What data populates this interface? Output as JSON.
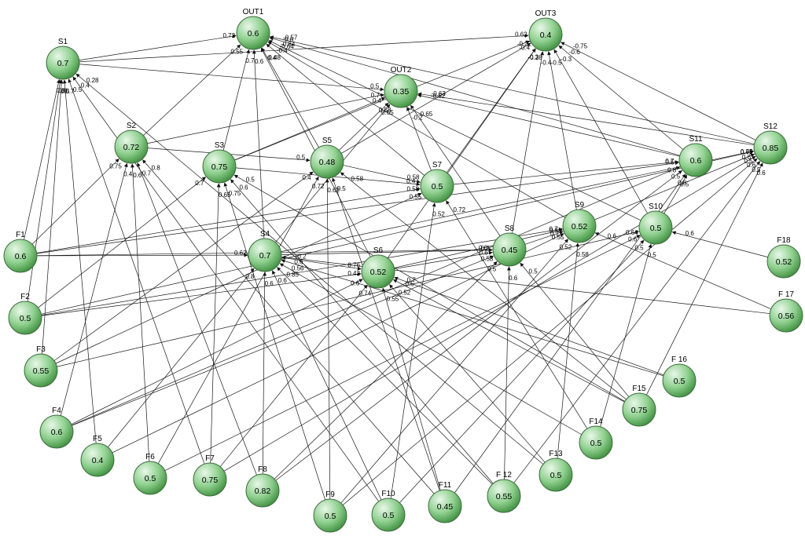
{
  "nodes": [
    {
      "id": "S1",
      "label": "S1",
      "value": "0.7"
    },
    {
      "id": "OUT1",
      "label": "OUT1",
      "value": "0.6"
    },
    {
      "id": "OUT3",
      "label": "OUT3",
      "value": "0.4"
    },
    {
      "id": "OUT2",
      "label": "OUT2",
      "value": "0.35"
    },
    {
      "id": "S2",
      "label": "S2",
      "value": "0.72"
    },
    {
      "id": "S3",
      "label": "S3",
      "value": "0.75"
    },
    {
      "id": "S5",
      "label": "S5",
      "value": "0.48"
    },
    {
      "id": "S7",
      "label": "S7",
      "value": "0.5"
    },
    {
      "id": "S11",
      "label": "S11",
      "value": "0.6"
    },
    {
      "id": "S12",
      "label": "S12",
      "value": "0.85"
    },
    {
      "id": "S9",
      "label": "S9",
      "value": "0.52"
    },
    {
      "id": "S10",
      "label": "S10",
      "value": "0.5"
    },
    {
      "id": "S8",
      "label": "S8",
      "value": "0.45"
    },
    {
      "id": "S4",
      "label": "S4",
      "value": "0.7"
    },
    {
      "id": "S6",
      "label": "S6",
      "value": "0.52"
    },
    {
      "id": "F1",
      "label": "F1",
      "value": "0.6"
    },
    {
      "id": "F2",
      "label": "F2",
      "value": "0.5"
    },
    {
      "id": "F3",
      "label": "F3",
      "value": "0.55"
    },
    {
      "id": "F4",
      "label": "F4",
      "value": "0.6"
    },
    {
      "id": "F5",
      "label": "F5",
      "value": "0.4"
    },
    {
      "id": "F6",
      "label": "F6",
      "value": "0.5"
    },
    {
      "id": "F7",
      "label": "F7",
      "value": "0.75"
    },
    {
      "id": "F8",
      "label": "F8",
      "value": "0.82"
    },
    {
      "id": "F9",
      "label": "F9",
      "value": "0.5"
    },
    {
      "id": "F10",
      "label": "F10",
      "value": "0.5"
    },
    {
      "id": "F11",
      "label": "F11",
      "value": "0.45"
    },
    {
      "id": "F12",
      "label": "F 12",
      "value": "0.55"
    },
    {
      "id": "F13",
      "label": "F13",
      "value": "0.5"
    },
    {
      "id": "F14",
      "label": "F14",
      "value": "0.5"
    },
    {
      "id": "F15",
      "label": "F15",
      "value": "0.75"
    },
    {
      "id": "F16",
      "label": "F 16",
      "value": "0.5"
    },
    {
      "id": "F17",
      "label": "F 17",
      "value": "0.56"
    },
    {
      "id": "F18",
      "label": "F18",
      "value": "0.52"
    }
  ],
  "edges": [
    {
      "from": "S1",
      "to": "OUT1",
      "weight": "0.72"
    },
    {
      "from": "S1",
      "to": "OUT3",
      "weight": "0.62"
    },
    {
      "from": "S1",
      "to": "OUT2",
      "weight": "0.5"
    },
    {
      "from": "S2",
      "to": "OUT1",
      "weight": "0.55"
    },
    {
      "from": "S2",
      "to": "OUT2",
      "weight": "0.7"
    },
    {
      "from": "S3",
      "to": "OUT1",
      "weight": "0.7"
    },
    {
      "from": "S3",
      "to": "OUT2",
      "weight": "0.4"
    },
    {
      "from": "S3",
      "to": "OUT3",
      "weight": "-0.22"
    },
    {
      "from": "S5",
      "to": "OUT1",
      "weight": "0.48"
    },
    {
      "from": "S5",
      "to": "OUT2",
      "weight": "0.58"
    },
    {
      "from": "S5",
      "to": "OUT3",
      "weight": "-0.4"
    },
    {
      "from": "S7",
      "to": "OUT1",
      "weight": "-0.4"
    },
    {
      "from": "S7",
      "to": "OUT2",
      "weight": "-0.2"
    },
    {
      "from": "S7",
      "to": "OUT3",
      "weight": "-0.3"
    },
    {
      "from": "S11",
      "to": "OUT1",
      "weight": "-0.6"
    },
    {
      "from": "S11",
      "to": "OUT2",
      "weight": "-0.62"
    },
    {
      "from": "S11",
      "to": "OUT3",
      "weight": "-0.6"
    },
    {
      "from": "S12",
      "to": "OUT1",
      "weight": "-0.57"
    },
    {
      "from": "S12",
      "to": "OUT2",
      "weight": "-0.63"
    },
    {
      "from": "S12",
      "to": "OUT3",
      "weight": "-0.75"
    },
    {
      "from": "S9",
      "to": "OUT1",
      "weight": "-0.64"
    },
    {
      "from": "S9",
      "to": "OUT3",
      "weight": "-0.5"
    },
    {
      "from": "S10",
      "to": "OUT1",
      "weight": "-0.84"
    },
    {
      "from": "S10",
      "to": "OUT3",
      "weight": "-0.3"
    },
    {
      "from": "S8",
      "to": "OUT2",
      "weight": "-0.65"
    },
    {
      "from": "S8",
      "to": "OUT3",
      "weight": "-0.4"
    },
    {
      "from": "S4",
      "to": "OUT1",
      "weight": "0.6"
    },
    {
      "from": "S4",
      "to": "OUT2",
      "weight": "0.65"
    },
    {
      "from": "S6",
      "to": "OUT1",
      "weight": "0.4"
    },
    {
      "from": "S6",
      "to": "OUT3",
      "weight": "-0.28"
    },
    {
      "from": "F1",
      "to": "S1",
      "weight": "0.8"
    },
    {
      "from": "F1",
      "to": "S2",
      "weight": "0.75"
    },
    {
      "from": "F1",
      "to": "S4",
      "weight": "0.62"
    },
    {
      "from": "F1",
      "to": "S7",
      "weight": "0.58"
    },
    {
      "from": "F1",
      "to": "S8",
      "weight": "0.6"
    },
    {
      "from": "F1",
      "to": "S11",
      "weight": "0.5"
    },
    {
      "from": "F2",
      "to": "S1",
      "weight": "0.6"
    },
    {
      "from": "F2",
      "to": "S3",
      "weight": "0.7"
    },
    {
      "from": "F2",
      "to": "S6",
      "weight": "0.42"
    },
    {
      "from": "F2",
      "to": "S9",
      "weight": "0.7"
    },
    {
      "from": "F2",
      "to": "S12",
      "weight": "0.72"
    },
    {
      "from": "F3",
      "to": "S1",
      "weight": "0.5"
    },
    {
      "from": "F3",
      "to": "S5",
      "weight": "0.4"
    },
    {
      "from": "F3",
      "to": "S7",
      "weight": "0.55"
    },
    {
      "from": "F3",
      "to": "S10",
      "weight": "0.64"
    },
    {
      "from": "F4",
      "to": "S2",
      "weight": "0.4"
    },
    {
      "from": "F4",
      "to": "S6",
      "weight": "0.6"
    },
    {
      "from": "F4",
      "to": "S8",
      "weight": "0.58"
    },
    {
      "from": "F4",
      "to": "S11",
      "weight": "0.8"
    },
    {
      "from": "F5",
      "to": "S1",
      "weight": "0.7"
    },
    {
      "from": "F5",
      "to": "S4",
      "weight": "0.8"
    },
    {
      "from": "F5",
      "to": "S9",
      "weight": "0.55"
    },
    {
      "from": "F6",
      "to": "S2",
      "weight": "0.6"
    },
    {
      "from": "F6",
      "to": "S5",
      "weight": "0.72"
    },
    {
      "from": "F6",
      "to": "S10",
      "weight": "0.6"
    },
    {
      "from": "F7",
      "to": "S1",
      "weight": "0.5"
    },
    {
      "from": "F7",
      "to": "S3",
      "weight": "0.65"
    },
    {
      "from": "F7",
      "to": "S6",
      "weight": "0.74"
    },
    {
      "from": "F7",
      "to": "S12",
      "weight": "0.5"
    },
    {
      "from": "F8",
      "to": "S2",
      "weight": "0.7"
    },
    {
      "from": "F8",
      "to": "S4",
      "weight": "0.6"
    },
    {
      "from": "F8",
      "to": "S8",
      "weight": "0.5"
    },
    {
      "from": "F8",
      "to": "S11",
      "weight": "0.5"
    },
    {
      "from": "F9",
      "to": "S3",
      "weight": "0.75"
    },
    {
      "from": "F9",
      "to": "S5",
      "weight": "0.62"
    },
    {
      "from": "F9",
      "to": "S9",
      "weight": "0.52"
    },
    {
      "from": "F9",
      "to": "S12",
      "weight": "0.6"
    },
    {
      "from": "F10",
      "to": "S1",
      "weight": "0.4"
    },
    {
      "from": "F10",
      "to": "S4",
      "weight": "0.6"
    },
    {
      "from": "F10",
      "to": "S7",
      "weight": "0.52"
    },
    {
      "from": "F10",
      "to": "S10",
      "weight": "0.5"
    },
    {
      "from": "F11",
      "to": "S2",
      "weight": "0.8"
    },
    {
      "from": "F11",
      "to": "S5",
      "weight": "0.5"
    },
    {
      "from": "F11",
      "to": "S6",
      "weight": "0.55"
    },
    {
      "from": "F11",
      "to": "S11",
      "weight": "0.6"
    },
    {
      "from": "F12",
      "to": "S3",
      "weight": "0.6"
    },
    {
      "from": "F12",
      "to": "S4",
      "weight": "0.85"
    },
    {
      "from": "F12",
      "to": "S8",
      "weight": "0.6"
    },
    {
      "from": "F12",
      "to": "S12",
      "weight": "0.5"
    },
    {
      "from": "F13",
      "to": "S1",
      "weight": "0.28"
    },
    {
      "from": "F13",
      "to": "S6",
      "weight": "0.52"
    },
    {
      "from": "F13",
      "to": "S9",
      "weight": "0.58"
    },
    {
      "from": "F14",
      "to": "S4",
      "weight": "0.56"
    },
    {
      "from": "F14",
      "to": "S7",
      "weight": "0.72"
    },
    {
      "from": "F14",
      "to": "S10",
      "weight": "0.5"
    },
    {
      "from": "F15",
      "to": "S3",
      "weight": "0.5"
    },
    {
      "from": "F15",
      "to": "S5",
      "weight": "0.58"
    },
    {
      "from": "F15",
      "to": "S6",
      "weight": "0.5"
    },
    {
      "from": "F15",
      "to": "S12",
      "weight": "0.6"
    },
    {
      "from": "F15",
      "to": "S8",
      "weight": "0.5"
    },
    {
      "from": "F16",
      "to": "S6",
      "weight": "0.7"
    },
    {
      "from": "F16",
      "to": "S4",
      "weight": "0.6"
    },
    {
      "from": "F17",
      "to": "S4",
      "weight": "-0.2"
    },
    {
      "from": "F17",
      "to": "S9",
      "weight": "0.6"
    },
    {
      "from": "F18",
      "to": "S10",
      "weight": "0.6"
    },
    {
      "from": "S2",
      "to": "S5",
      "weight": "0.5"
    },
    {
      "from": "S3",
      "to": "S7",
      "weight": "0.4"
    },
    {
      "from": "S4",
      "to": "S6",
      "weight": "0.76"
    },
    {
      "from": "S6",
      "to": "S8",
      "weight": "0.6"
    },
    {
      "from": "S7",
      "to": "S11",
      "weight": "0.7"
    },
    {
      "from": "S8",
      "to": "S9",
      "weight": "0.7"
    },
    {
      "from": "S9",
      "to": "S12",
      "weight": "0.6"
    },
    {
      "from": "S10",
      "to": "S11",
      "weight": "0.5"
    },
    {
      "from": "S5",
      "to": "S7",
      "weight": "0.58"
    },
    {
      "from": "S4",
      "to": "S8",
      "weight": "-0.3"
    },
    {
      "from": "S6",
      "to": "S9",
      "weight": "0.5"
    },
    {
      "from": "S4",
      "to": "S12",
      "weight": "0.65"
    }
  ],
  "colors": {
    "node_fill": "#7ec57e",
    "node_highlight": "#e8f7e8",
    "node_edge": "#3d6b3d",
    "edge": "#1a1a1a",
    "background": "#ffffff"
  }
}
